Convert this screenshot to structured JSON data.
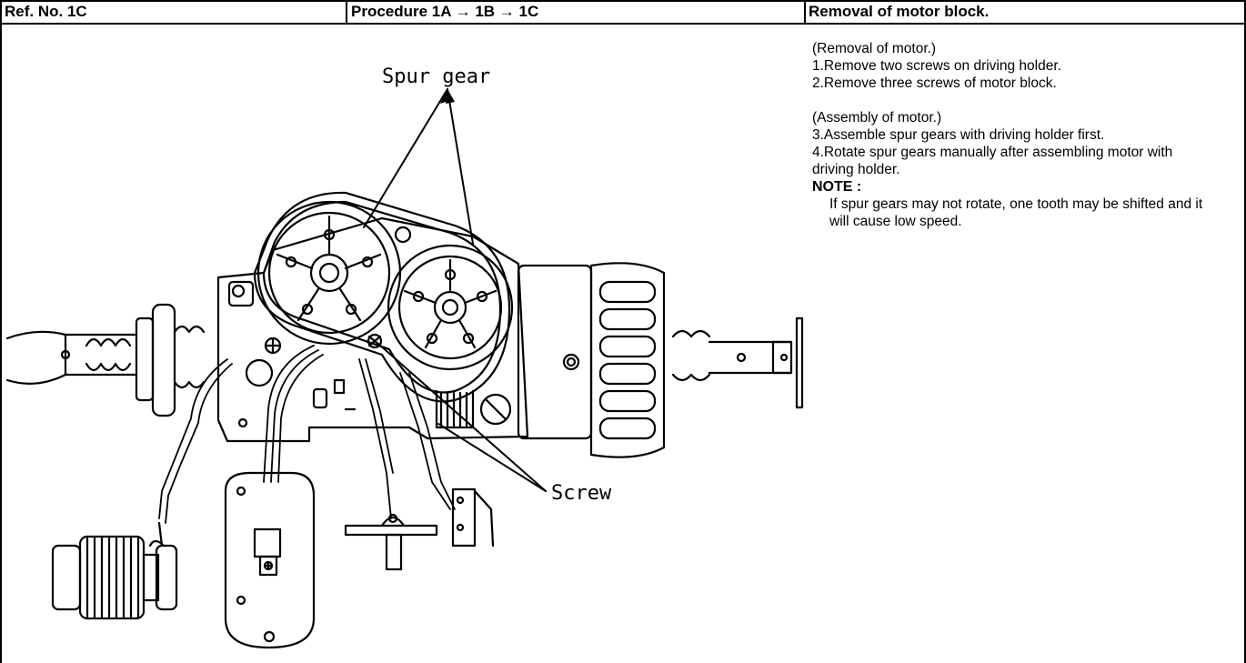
{
  "header": {
    "ref_no": "Ref. No. 1C",
    "procedure": "Procedure 1A → 1B → 1C",
    "title": "Removal of motor block."
  },
  "instructions": {
    "removal_heading": "(Removal of motor.)",
    "removal_steps": [
      "1.Remove two screws on driving holder.",
      "2.Remove three screws of motor block."
    ],
    "assembly_heading": "(Assembly of motor.)",
    "assembly_steps": [
      "3.Assemble spur gears with driving holder first.",
      "4.Rotate spur gears manually after assembling motor with driving holder."
    ],
    "note_label": "NOTE :",
    "note_text": "If spur gears may not rotate, one tooth may be shifted and it will cause low speed."
  },
  "figure": {
    "callout_spur_gear": "Spur gear",
    "callout_screw": "Screw"
  }
}
